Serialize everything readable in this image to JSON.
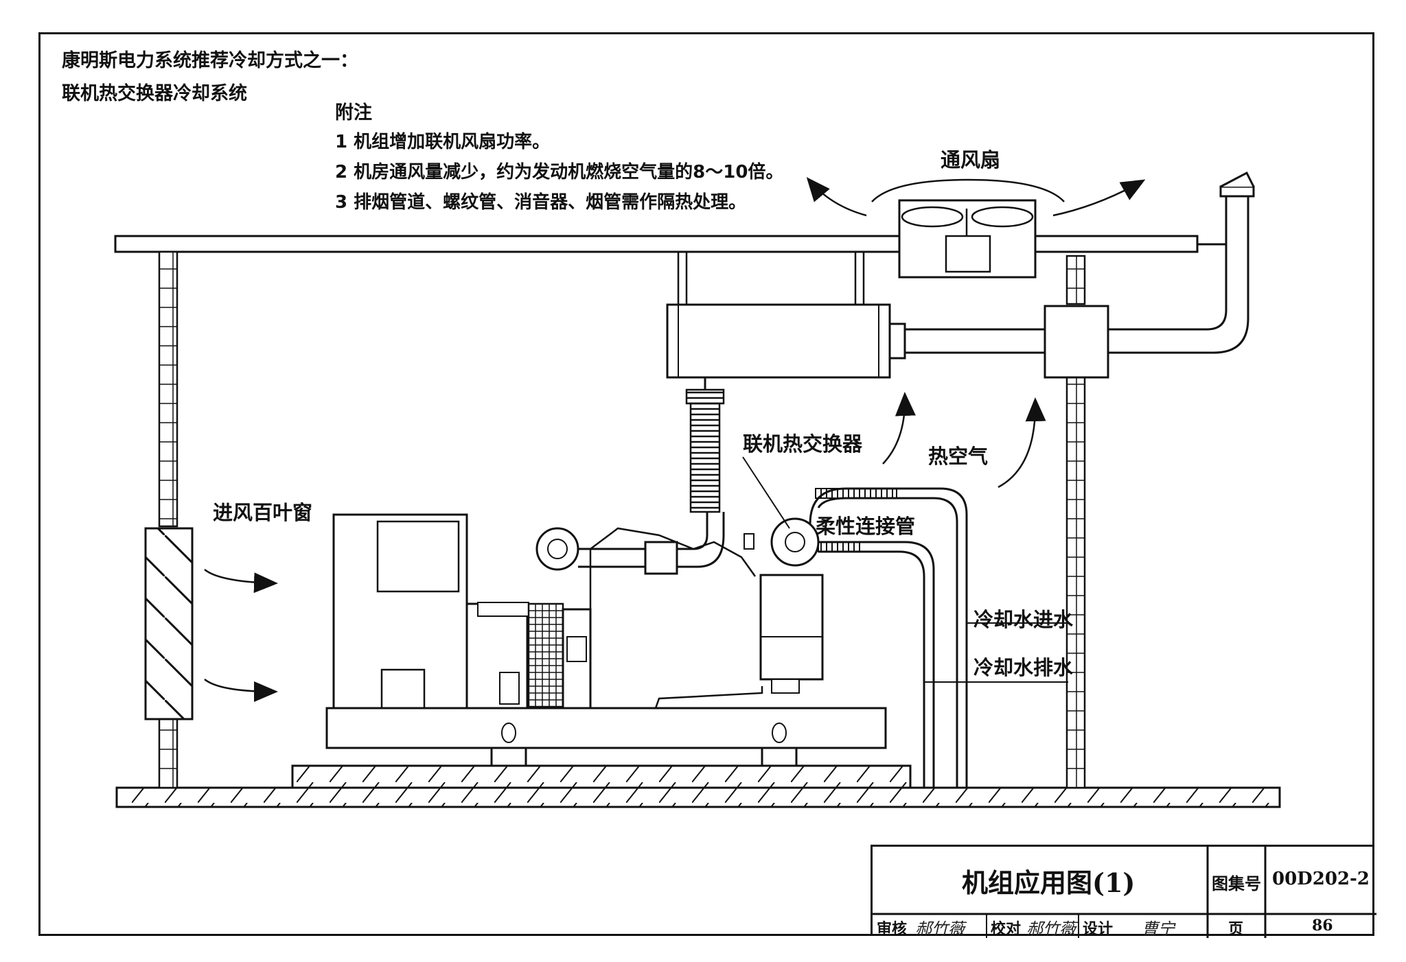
{
  "header": {
    "title_line1": "康明斯电力系统推荐冷却方式之一：",
    "title_line2": "联机热交换器冷却系统"
  },
  "notes": {
    "heading": "附注",
    "items": [
      "1 机组增加联机风扇功率。",
      "2 机房通风量减少，约为发动机燃烧空气量的8～10倍。",
      "3 排烟管道、螺纹管、消音器、烟管需作隔热处理。"
    ]
  },
  "labels": {
    "ventilation_fan": "通风扇",
    "inline_heat_exchanger": "联机热交换器",
    "hot_air": "热空气",
    "intake_louver": "进风百叶窗",
    "flexible_connector": "柔性连接管",
    "cooling_water_in": "冷却水进水",
    "cooling_water_out": "冷却水排水"
  },
  "title_block": {
    "drawing_title": "机组应用图(1)",
    "atlas_label": "图集号",
    "atlas_number": "00D202-2",
    "review_label": "审核",
    "review_signature": "郝竹薇",
    "check_label": "校对",
    "check_signature": "郝竹薇",
    "design_label": "设计",
    "design_signature": "曹宁",
    "page_label": "页",
    "page_number": "86"
  }
}
